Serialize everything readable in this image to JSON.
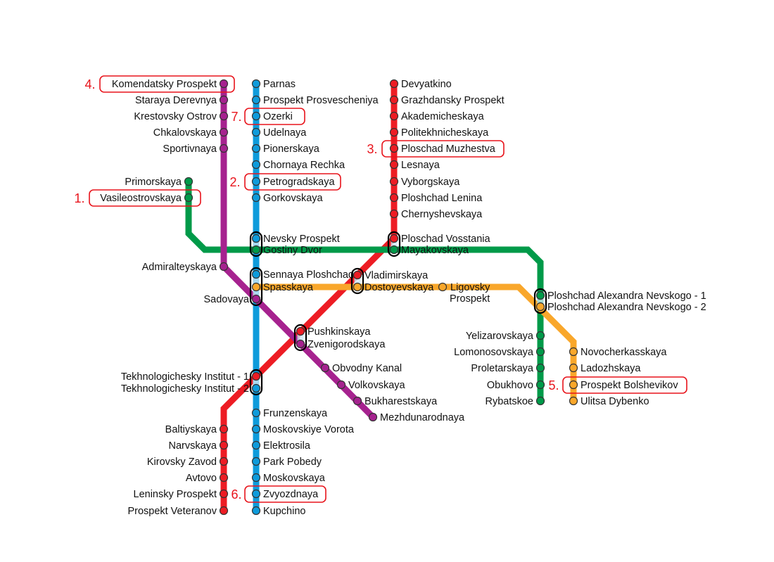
{
  "lines": [
    {
      "id": "red",
      "color": "#ed1c24",
      "stations": [
        "Devyatkino",
        "Grazhdansky Prospekt",
        "Akademicheskaya",
        "Politekhnicheskaya",
        "Ploschad Muzhestva",
        "Lesnaya",
        "Vyborgskaya",
        "Ploshchad Lenina",
        "Chernyshevskaya",
        "Ploschad Vosstania",
        "Vladimirskaya",
        "Pushkinskaya",
        "Tekhnologichesky Institut - 1",
        "Baltiyskaya",
        "Narvskaya",
        "Kirovsky Zavod",
        "Avtovo",
        "Leninsky Prospekt",
        "Prospekt Veteranov"
      ]
    },
    {
      "id": "blue",
      "color": "#0e9bdb",
      "stations": [
        "Parnas",
        "Prospekt Prosvescheniya",
        "Ozerki",
        "Udelnaya",
        "Pionerskaya",
        "Chornaya Rechka",
        "Petrogradskaya",
        "Gorkovskaya",
        "Nevsky Prospekt",
        "Sennaya Ploshchad",
        "Tekhnologichesky Institut - 2",
        "Frunzenskaya",
        "Moskovskiye Vorota",
        "Elektrosila",
        "Park Pobedy",
        "Moskovskaya",
        "Zvyozdnaya",
        "Kupchino"
      ]
    },
    {
      "id": "green",
      "color": "#009a49",
      "stations": [
        "Primorskaya",
        "Vasileostrovskaya",
        "Gostiny Dvor",
        "Mayakovskaya",
        "Ploshchad Alexandra Nevskogo - 1",
        "Yelizarovskaya",
        "Lomonosovskaya",
        "Proletarskaya",
        "Obukhovo",
        "Rybatskoe"
      ]
    },
    {
      "id": "orange",
      "color": "#f9a72b",
      "stations": [
        "Spasskaya",
        "Dostoyevskaya",
        "Ligovsky Prospekt",
        "Ploshchad Alexandra Nevskogo - 2",
        "Novocherkasskaya",
        "Ladozhskaya",
        "Prospekt Bolshevikov",
        "Ulitsa Dybenko"
      ]
    },
    {
      "id": "purple",
      "color": "#a6228f",
      "stations": [
        "Komendatsky Prospekt",
        "Staraya Derevnya",
        "Krestovsky Ostrov",
        "Chkalovskaya",
        "Sportivnaya",
        "Admiralteyskaya",
        "Sadovaya",
        "Zvenigorodskaya",
        "Obvodny Kanal",
        "Volkovskaya",
        "Bukharestskaya",
        "Mezhdunarodnaya"
      ]
    }
  ],
  "highlights": [
    {
      "number": "1.",
      "station": "Vasileostrovskaya"
    },
    {
      "number": "2.",
      "station": "Petrogradskaya"
    },
    {
      "number": "3.",
      "station": "Ploschad Muzhestva"
    },
    {
      "number": "4.",
      "station": "Komendatsky Prospekt"
    },
    {
      "number": "5.",
      "station": "Prospekt Bolshevikov"
    },
    {
      "number": "6.",
      "station": "Zvyozdnaya"
    },
    {
      "number": "7.",
      "station": "Ozerki"
    }
  ],
  "highlight_color": "#e8141c"
}
